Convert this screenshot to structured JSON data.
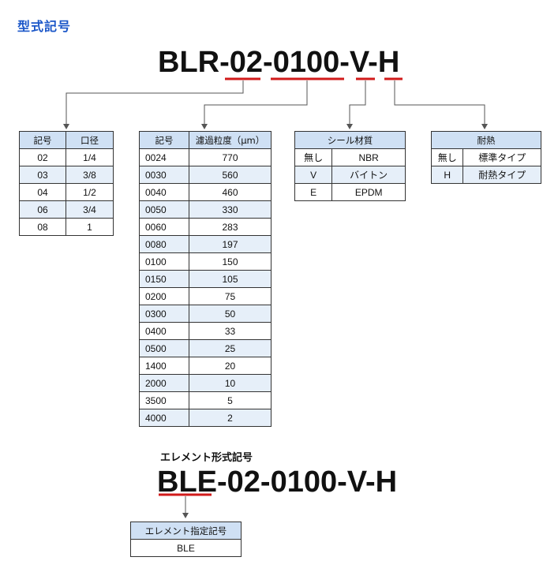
{
  "heading": "型式記号",
  "model_code": {
    "prefix": "BLR-",
    "size": "02",
    "d1": "-",
    "rating": "0100",
    "d2": "-",
    "seal": "V",
    "d3": "-",
    "heat": "H"
  },
  "tables": {
    "port": {
      "headers": [
        "記号",
        "口径"
      ],
      "rows": [
        [
          "02",
          "1/4"
        ],
        [
          "03",
          "3/8"
        ],
        [
          "04",
          "1/2"
        ],
        [
          "06",
          "3/4"
        ],
        [
          "08",
          "1"
        ]
      ]
    },
    "filter": {
      "headers": [
        "記号",
        "濾過粒度（μm）"
      ],
      "rows": [
        [
          "0024",
          "770"
        ],
        [
          "0030",
          "560"
        ],
        [
          "0040",
          "460"
        ],
        [
          "0050",
          "330"
        ],
        [
          "0060",
          "283"
        ],
        [
          "0080",
          "197"
        ],
        [
          "0100",
          "150"
        ],
        [
          "0150",
          "105"
        ],
        [
          "0200",
          "75"
        ],
        [
          "0300",
          "50"
        ],
        [
          "0400",
          "33"
        ],
        [
          "0500",
          "25"
        ],
        [
          "1400",
          "20"
        ],
        [
          "2000",
          "10"
        ],
        [
          "3500",
          "5"
        ],
        [
          "4000",
          "2"
        ]
      ]
    },
    "seal": {
      "header": "シール材質",
      "rows": [
        [
          "無し",
          "NBR"
        ],
        [
          "V",
          "バイトン"
        ],
        [
          "E",
          "EPDM"
        ]
      ]
    },
    "heat": {
      "header": "耐熱",
      "rows": [
        [
          "無し",
          "標準タイプ"
        ],
        [
          "H",
          "耐熱タイプ"
        ]
      ]
    },
    "element": {
      "header": "エレメント指定記号",
      "rows": [
        [
          "BLE"
        ]
      ]
    }
  },
  "element_heading": "エレメント形式記号",
  "element_code": {
    "prefix": "BLE",
    "rest": "-02-0100-V-H"
  },
  "colors": {
    "heading": "#1a56c8",
    "underline": "#d11a1a",
    "connector": "#555555",
    "table_header": "#cfe0f4",
    "table_alt_row": "#e6eff9"
  }
}
